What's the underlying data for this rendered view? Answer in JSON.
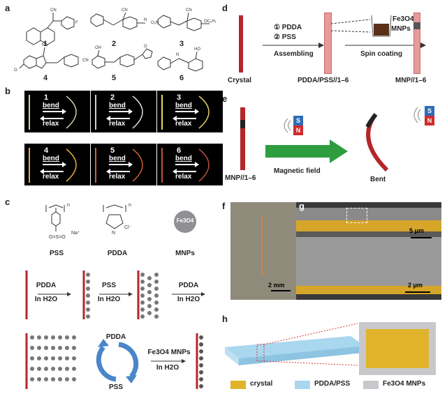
{
  "panels": {
    "a": "a",
    "b": "b",
    "c": "c",
    "d": "d",
    "e": "e",
    "f": "f",
    "g": "g",
    "h": "h"
  },
  "compounds": [
    "1",
    "2",
    "3",
    "4",
    "5",
    "6"
  ],
  "bend_panels": [
    {
      "num": "1",
      "bend": "bend",
      "relax": "relax"
    },
    {
      "num": "2",
      "bend": "bend",
      "relax": "relax"
    },
    {
      "num": "3",
      "bend": "bend",
      "relax": "relax"
    },
    {
      "num": "4",
      "bend": "bend",
      "relax": "relax"
    },
    {
      "num": "5",
      "bend": "bend",
      "relax": "relax"
    },
    {
      "num": "6",
      "bend": "bend",
      "relax": "relax"
    }
  ],
  "panel_c": {
    "pss": "PSS",
    "pdda": "PDDA",
    "mnps": "MNPs",
    "fe3o4": "Fe3O4",
    "step1": "PDDA",
    "step2": "PSS",
    "step3": "PDDA",
    "solvent": "In H2O",
    "cycle_top": "PDDA",
    "cycle_bottom": "PSS",
    "final_step": "Fe3O4 MNPs",
    "final_solvent": "In H2O"
  },
  "panel_d": {
    "crystal": "Crystal",
    "step1": "① PDDA",
    "step2": "② PSS",
    "assembling": "Assembling",
    "mid_label": "PDDA/PSS//1–6",
    "fe3o4": "Fe3O4",
    "mnps": "MNPs",
    "spin": "Spin coating",
    "end_label": "MNP//1–6"
  },
  "panel_e": {
    "left_label": "MNP//1–6",
    "field": "Magnetic field",
    "right_label": "Bent",
    "s": "S",
    "n": "N"
  },
  "scale_bars": {
    "f": "2 mm",
    "g_top": "5 μm",
    "g_bottom": "2 μm"
  },
  "legend": {
    "crystal": "crystal",
    "pdda_pss": "PDDA/PSS",
    "fe3o4": "Fe3O4 MNPs"
  },
  "colors": {
    "crystal_red": "#b5262a",
    "pdda_pss_pink": "#e89a9a",
    "crystal_gold": "#e1b32a",
    "pdda_blue": "#a9d7ee",
    "mnp_gray": "#c8c8cc",
    "arrow_green": "#2e9d3f"
  }
}
